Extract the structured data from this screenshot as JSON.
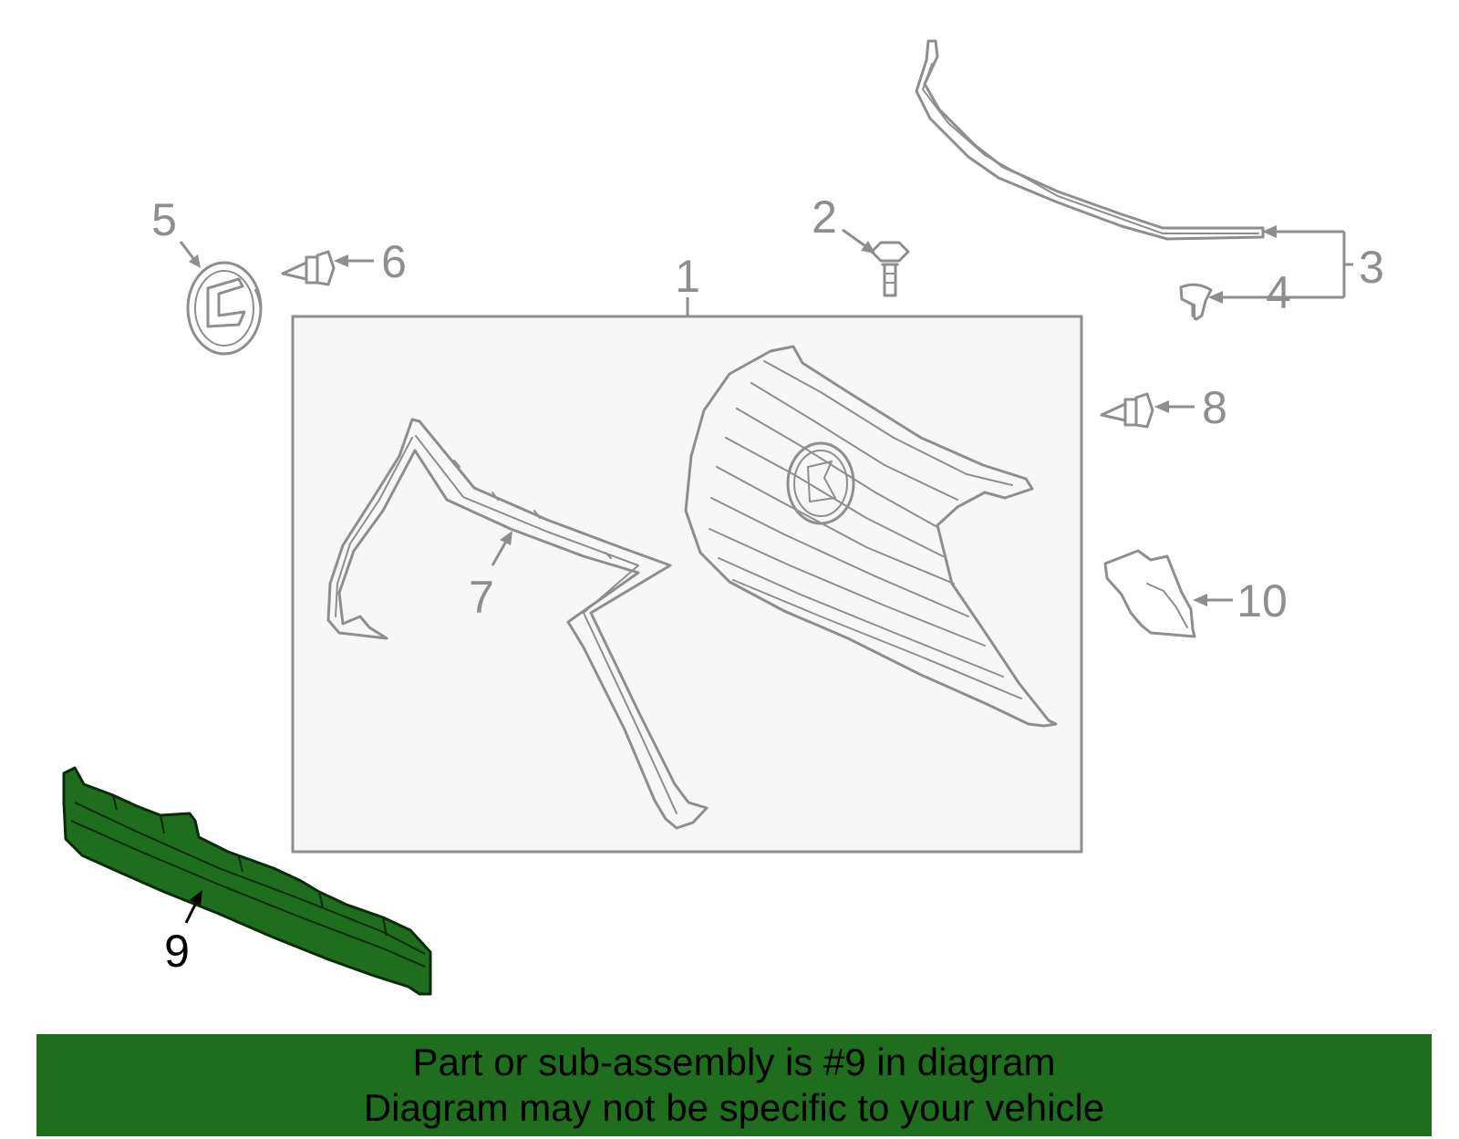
{
  "colors": {
    "highlight_fill": "#1e6e1e",
    "highlight_stroke": "#0a2a0a",
    "ghost_stroke": "#8e8e8e",
    "ghost_fill": "#f7f7f7",
    "banner_bg": "#1e6e1e",
    "banner_text": "#000000"
  },
  "callouts": {
    "c1": "1",
    "c2": "2",
    "c3": "3",
    "c4": "4",
    "c5": "5",
    "c6": "6",
    "c7": "7",
    "c8": "8",
    "c9": "9",
    "c10": "10"
  },
  "highlighted_part": "9",
  "banner": {
    "line1": "Part or sub-assembly is #9 in diagram",
    "line2": "Diagram may not be specific to your vehicle"
  }
}
